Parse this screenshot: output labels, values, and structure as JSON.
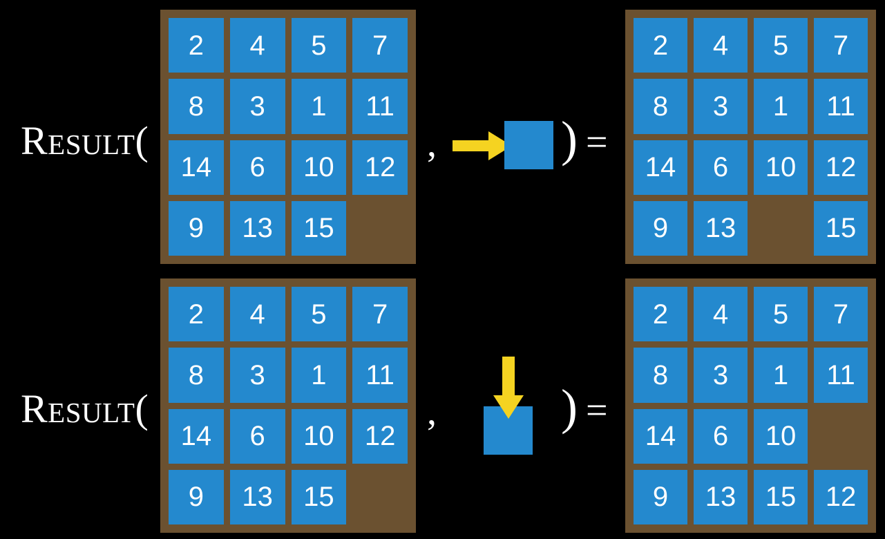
{
  "background_color": "#000000",
  "board_color": "#6b5130",
  "tile_color": "#2489ce",
  "tile_text_color": "#ffffff",
  "arrow_color": "#f5d321",
  "text_color": "#ffffff",
  "labels": {
    "result": "Result(",
    "comma": ",",
    "rparen": ")",
    "equals": "="
  },
  "rows": [
    {
      "id": "row-right-move",
      "label": "Result(",
      "input_board": {
        "rows": 4,
        "cols": 4,
        "cells": [
          [
            "2",
            "4",
            "5",
            "7"
          ],
          [
            "8",
            "3",
            "1",
            "11"
          ],
          [
            "14",
            "6",
            "10",
            "12"
          ],
          [
            "9",
            "13",
            "15",
            ""
          ]
        ],
        "blank_position": {
          "row": 4,
          "col": 4
        }
      },
      "operator": {
        "arrow_direction": "right",
        "arrow_icon": "arrow-right-icon",
        "tile_label": ""
      },
      "output_board": {
        "rows": 4,
        "cols": 4,
        "cells": [
          [
            "2",
            "4",
            "5",
            "7"
          ],
          [
            "8",
            "3",
            "1",
            "11"
          ],
          [
            "14",
            "6",
            "10",
            "12"
          ],
          [
            "9",
            "13",
            "",
            "15"
          ]
        ],
        "blank_position": {
          "row": 4,
          "col": 3
        }
      }
    },
    {
      "id": "row-down-move",
      "label": "Result(",
      "input_board": {
        "rows": 4,
        "cols": 4,
        "cells": [
          [
            "2",
            "4",
            "5",
            "7"
          ],
          [
            "8",
            "3",
            "1",
            "11"
          ],
          [
            "14",
            "6",
            "10",
            "12"
          ],
          [
            "9",
            "13",
            "15",
            ""
          ]
        ],
        "blank_position": {
          "row": 4,
          "col": 4
        }
      },
      "operator": {
        "arrow_direction": "down",
        "arrow_icon": "arrow-down-icon",
        "tile_label": ""
      },
      "output_board": {
        "rows": 4,
        "cols": 4,
        "cells": [
          [
            "2",
            "4",
            "5",
            "7"
          ],
          [
            "8",
            "3",
            "1",
            "11"
          ],
          [
            "14",
            "6",
            "10",
            ""
          ],
          [
            "9",
            "13",
            "15",
            "12"
          ]
        ],
        "blank_position": {
          "row": 3,
          "col": 4
        }
      }
    }
  ]
}
